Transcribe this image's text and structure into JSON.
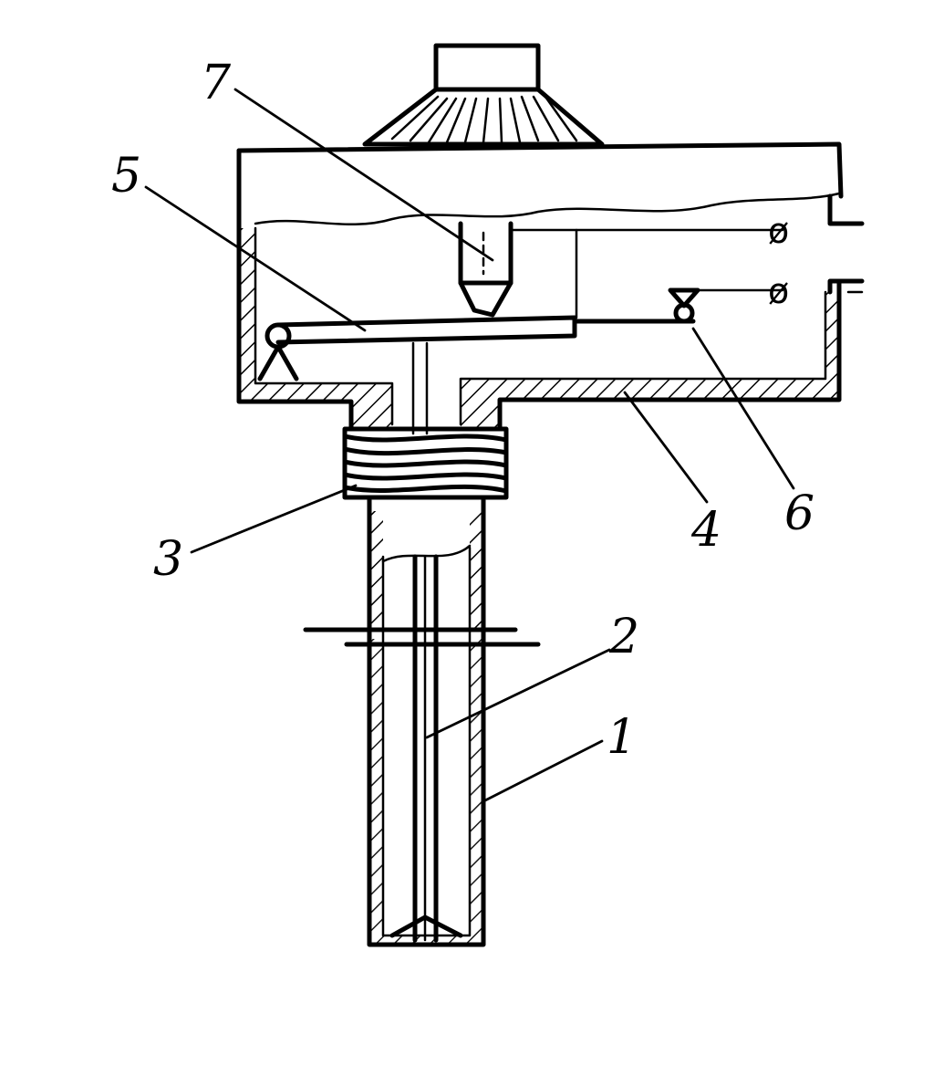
{
  "diagram": {
    "callouts": [
      {
        "id": "1",
        "label": "1"
      },
      {
        "id": "2",
        "label": "2"
      },
      {
        "id": "3",
        "label": "3"
      },
      {
        "id": "4",
        "label": "4"
      },
      {
        "id": "5",
        "label": "5"
      },
      {
        "id": "6",
        "label": "6"
      },
      {
        "id": "7",
        "label": "7"
      }
    ],
    "terminals": [
      {
        "label": "ø"
      },
      {
        "label": "ø"
      }
    ]
  }
}
